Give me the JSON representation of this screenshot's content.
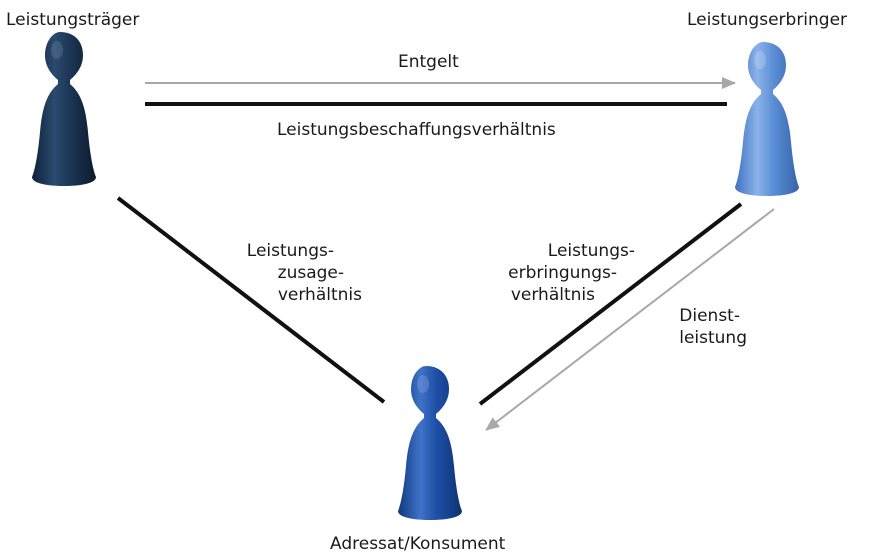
{
  "actors": {
    "traeger": "Leistungsträger",
    "erbringer": "Leistungserbringer",
    "adressat": "Adressat/Konsument"
  },
  "relations": {
    "entgelt": "Entgelt",
    "beschaffung": "Leistungsbeschaffungsverhältnis",
    "zusage": [
      "Leistungs-",
      "zusage-",
      "verhältnis"
    ],
    "erbringung": [
      "Leistungs-",
      "erbringungs-",
      "verhältnis"
    ],
    "dienstleistung": [
      "Dienst-",
      "leistung"
    ]
  },
  "colors": {
    "traeger_piece": "#1b3553",
    "erbringer_piece": "#5b8ed6",
    "adressat_piece": "#1e4fa6",
    "relation_line": "#111111",
    "flow_arrow": "#a8a8a8"
  }
}
